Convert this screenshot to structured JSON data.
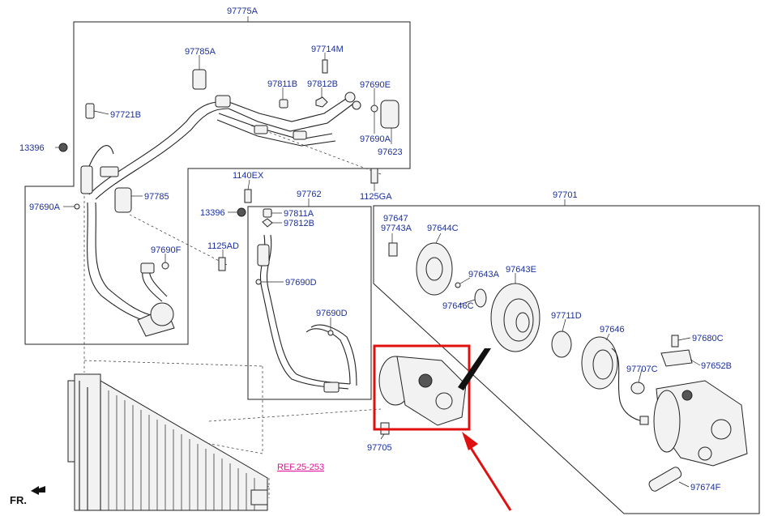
{
  "labels": {
    "l97775A": "97775A",
    "l97785A": "97785A",
    "l97714M": "97714M",
    "l97811B": "97811B",
    "l97812B_top": "97812B",
    "l97690E": "97690E",
    "l97721B": "97721B",
    "l13396_left": "13396",
    "l97690A_right": "97690A",
    "l97623": "97623",
    "l1140EX": "1140EX",
    "l97762": "97762",
    "l1125GA": "1125GA",
    "l97785": "97785",
    "l97690A_left": "97690A",
    "l13396_mid": "13396",
    "l97811A": "97811A",
    "l97812B_mid": "97812B",
    "l97690F": "97690F",
    "l1125AD": "1125AD",
    "l97690D_mid": "97690D",
    "l97690D_low": "97690D",
    "l97701": "97701",
    "l97647": "97647",
    "l97743A": "97743A",
    "l97644C": "97644C",
    "l97643A": "97643A",
    "l97643E": "97643E",
    "l97646C": "97646C",
    "l97711D": "97711D",
    "l97646": "97646",
    "l97680C": "97680C",
    "l97652B": "97652B",
    "l97707C": "97707C",
    "l97705": "97705",
    "l97674F": "97674F",
    "ref": "REF.25-253",
    "fr": "FR."
  },
  "colors": {
    "label": "#1a2fa0",
    "ref": "#e0109a",
    "highlight": "#e01010",
    "line": "#222222"
  }
}
